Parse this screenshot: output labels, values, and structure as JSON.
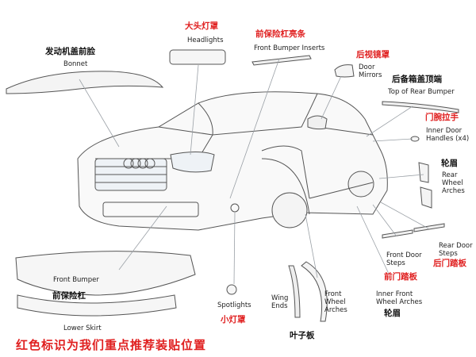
{
  "labels": {
    "bonnet_cn": "发动机盖前脸",
    "bonnet_en": "Bonnet",
    "headlights_cn": "大头灯罩",
    "headlights_en": "Headlights",
    "front_bumper_inserts_cn": "前保险杠亮条",
    "front_bumper_inserts_en": "Front Bumper Inserts",
    "door_mirrors_cn": "后视镜罩",
    "door_mirrors_en_1": "Door",
    "door_mirrors_en_2": "Mirrors",
    "top_rear_bumper_cn": "后备箱盖顶端",
    "top_rear_bumper_en": "Top of Rear Bumper",
    "inner_door_handles_cn": "门腕拉手",
    "inner_door_handles_en_1": "Inner Door",
    "inner_door_handles_en_2": "Handles (x4)",
    "rear_wheel_arches_cn": "轮眉",
    "rear_wheel_arches_en_1": "Rear",
    "rear_wheel_arches_en_2": "Wheel",
    "rear_wheel_arches_en_3": "Arches",
    "rear_door_steps_en_1": "Rear Door",
    "rear_door_steps_en_2": "Steps",
    "rear_door_steps_cn": "后门踏板",
    "front_door_steps_en_1": "Front Door",
    "front_door_steps_en_2": "Steps",
    "front_door_steps_cn": "前门踏板",
    "inner_front_wheel_arches_en_1": "Inner Front",
    "inner_front_wheel_arches_en_2": "Wheel Arches",
    "inner_front_wheel_arches_cn": "轮眉",
    "front_wheel_arches_en_1": "Front",
    "front_wheel_arches_en_2": "Wheel",
    "front_wheel_arches_en_3": "Arches",
    "wing_ends_en_1": "Wing",
    "wing_ends_en_2": "Ends",
    "wing_ends_cn": "叶子板",
    "spotlights_en": "Spotlights",
    "spotlights_cn": "小灯罩",
    "front_bumper_en": "Front Bumper",
    "front_bumper_cn": "前保险杠",
    "lower_skirt_en": "Lower Skirt"
  },
  "footer_note": "红色标识为我们重点推荐装贴位置",
  "colors": {
    "highlight_red": "#e02020",
    "line_art": "#555555",
    "leader_line": "#9aa0a6"
  }
}
